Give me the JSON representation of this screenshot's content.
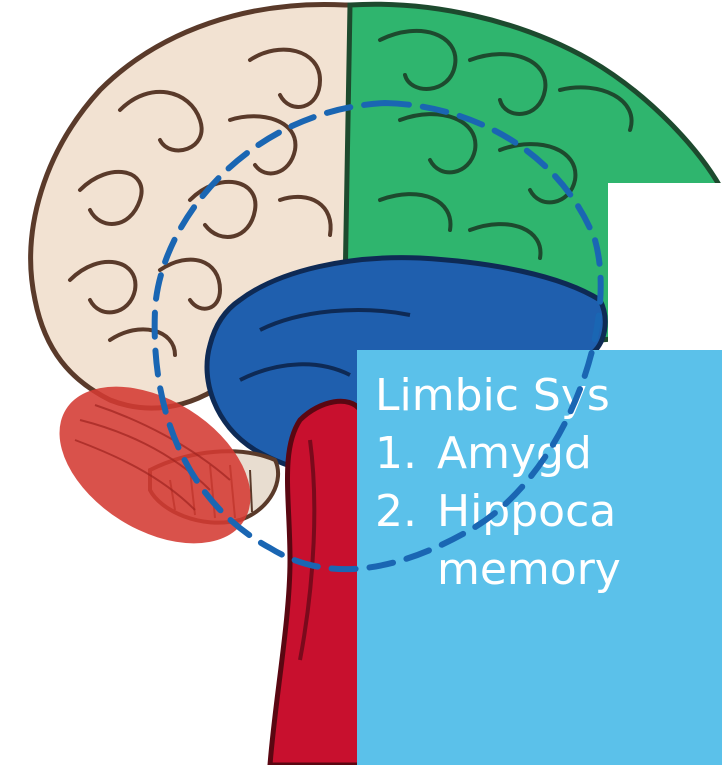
{
  "callout": {
    "title": "Limbic Sys",
    "items": [
      {
        "number": "1.",
        "text": "Amygd"
      },
      {
        "number": "2.",
        "text": "Hippoca",
        "continuation": "memory"
      }
    ]
  },
  "colors": {
    "frontal_lobe": "#f2e2d2",
    "parietal_lobe": "#2fb56e",
    "limbic_region": "#1f5fae",
    "brainstem": "#c8102e",
    "highlight_region": "#d43a32",
    "callout_background": "#5bc1ea",
    "dashed_outline": "#1a66b3"
  }
}
